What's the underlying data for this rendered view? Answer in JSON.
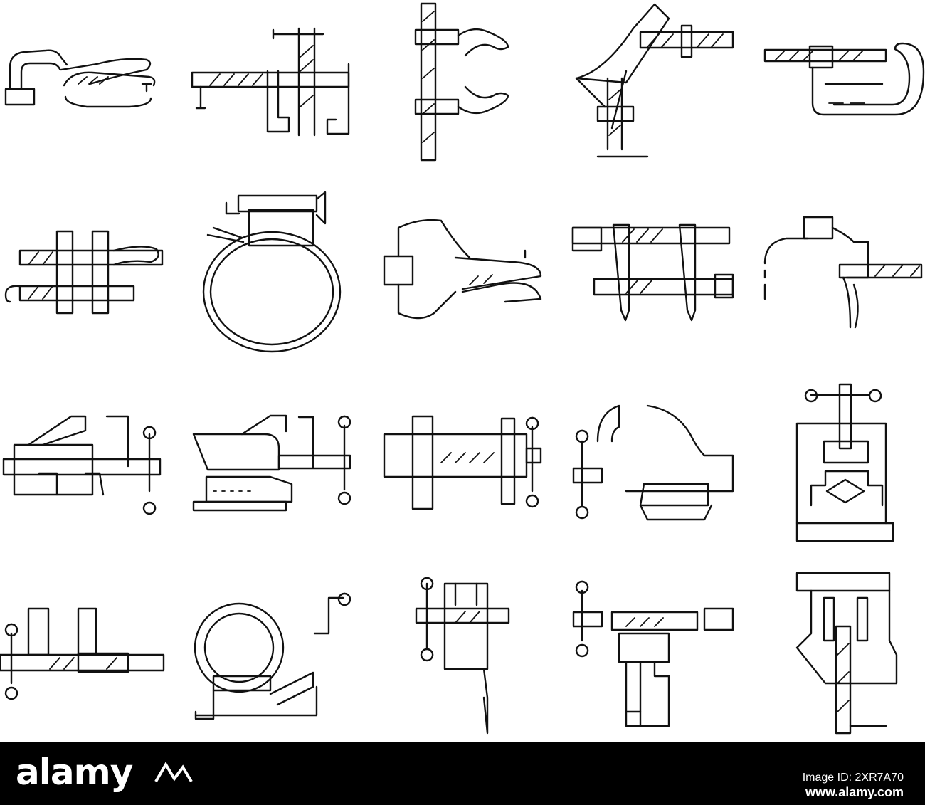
{
  "icon_set": {
    "style": "thin black line icons on white",
    "icons": [
      {
        "name": "hand-clamp-icon"
      },
      {
        "name": "bar-clamp-icon"
      },
      {
        "name": "f-clamp-icon"
      },
      {
        "name": "corner-clamp-icon"
      },
      {
        "name": "c-clamp-icon"
      },
      {
        "name": "quick-release-clamp-icon"
      },
      {
        "name": "hose-clamp-icon"
      },
      {
        "name": "locking-pliers-icon"
      },
      {
        "name": "parallel-clamp-icon"
      },
      {
        "name": "trigger-clamp-icon"
      },
      {
        "name": "bench-vise-icon"
      },
      {
        "name": "anvil-vise-icon"
      },
      {
        "name": "woodworking-vise-icon"
      },
      {
        "name": "swivel-vise-icon"
      },
      {
        "name": "pipe-vise-icon"
      },
      {
        "name": "machine-vise-icon"
      },
      {
        "name": "pipe-bender-icon"
      },
      {
        "name": "leg-vise-icon"
      },
      {
        "name": "clamp-on-vise-icon"
      },
      {
        "name": "press-vise-icon"
      }
    ]
  },
  "footer": {
    "brand": "alamy",
    "ref_label": "Image ID: 2XR7A70",
    "ref_url": "www.alamy.com"
  },
  "colors": {
    "line": "#111111",
    "background": "#ffffff",
    "footer_bg": "#000000",
    "footer_text": "#ffffff"
  }
}
